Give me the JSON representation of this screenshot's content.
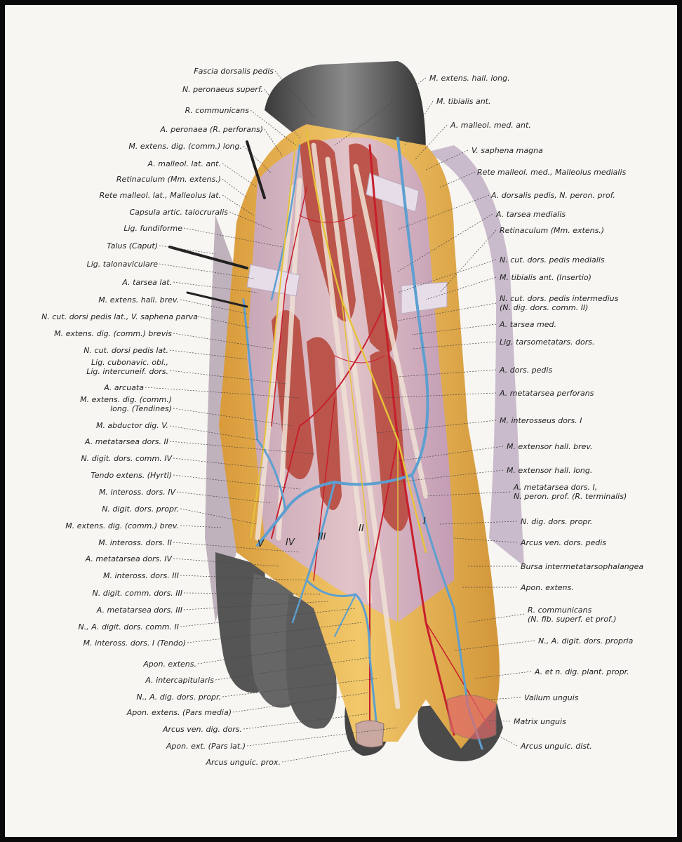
{
  "colors": {
    "background": "#f8f6f2",
    "frame": "#0a0a0a",
    "fat": "#e9b94c",
    "muscle": "#b8453a",
    "vein": "#5d9fd0",
    "artery": "#c81e2c",
    "nerve": "#e5c23a",
    "tendon": "#e8d9cf",
    "skin": "#4a4a4a"
  },
  "labels_left": [
    {
      "id": "fascia-dorsalis-pedis",
      "lines": [
        "Fascia dorsalis pedis"
      ]
    },
    {
      "id": "n-peronaeus-superf",
      "lines": [
        "N. peronaeus superf."
      ]
    },
    {
      "id": "r-communicans",
      "lines": [
        "R. communicans"
      ]
    },
    {
      "id": "a-peronaea",
      "lines": [
        "A. peronaea (R. perforans)"
      ]
    },
    {
      "id": "m-extens-dig-comm-long",
      "lines": [
        "M. extens. dig. (comm.) long."
      ]
    },
    {
      "id": "a-malleol-lat-ant",
      "lines": [
        "A. malleol. lat. ant."
      ]
    },
    {
      "id": "retinaculum-left",
      "lines": [
        "Retinaculum (Mm. extens.)"
      ]
    },
    {
      "id": "rete-malleol-lat",
      "lines": [
        "Rete malleol. lat., Malleolus lat."
      ]
    },
    {
      "id": "capsula-artic",
      "lines": [
        "Capsula artic. talocruralis"
      ]
    },
    {
      "id": "lig-fundiforme",
      "lines": [
        "Lig. fundiforme"
      ]
    },
    {
      "id": "talus-caput",
      "lines": [
        "Talus (Caput)"
      ]
    },
    {
      "id": "lig-talonaviculare",
      "lines": [
        "Lig. talonaviculare"
      ]
    },
    {
      "id": "a-tarsea-lat",
      "lines": [
        "A. tarsea lat."
      ]
    },
    {
      "id": "m-extens-hall-brev",
      "lines": [
        "M. extens. hall. brev."
      ]
    },
    {
      "id": "n-cut-dorsi-pedis-lat-v-saphena",
      "lines": [
        "N. cut. dorsi pedis lat., V. saphena parva"
      ]
    },
    {
      "id": "m-extens-dig-comm-brevis",
      "lines": [
        "M. extens. dig. (comm.) brevis"
      ]
    },
    {
      "id": "n-cut-dorsi-pedis-lat",
      "lines": [
        "N. cut. dorsi pedis lat."
      ]
    },
    {
      "id": "lig-cubonavic",
      "lines": [
        "Lig. cubonavic. obl.,",
        "Lig. intercuneif. dors."
      ]
    },
    {
      "id": "a-arcuata",
      "lines": [
        "A. arcuata"
      ]
    },
    {
      "id": "m-extens-dig-tendines",
      "lines": [
        "M. extens. dig. (comm.)",
        "long. (Tendines)"
      ]
    },
    {
      "id": "m-abductor-dig-v",
      "lines": [
        "M. abductor dig. V."
      ]
    },
    {
      "id": "a-metatarsea-dors-ii",
      "lines": [
        "A. metatarsea dors. II"
      ]
    },
    {
      "id": "n-digit-dors-comm-iv",
      "lines": [
        "N. digit. dors. comm. IV"
      ]
    },
    {
      "id": "tendo-extens-hyrtl",
      "lines": [
        "Tendo extens. (Hyrtl)"
      ]
    },
    {
      "id": "m-inteross-dors-iv",
      "lines": [
        "M. inteross. dors. IV"
      ]
    },
    {
      "id": "n-digit-dors-propr",
      "lines": [
        "N. digit. dors. propr."
      ]
    },
    {
      "id": "m-extens-dig-comm-brev",
      "lines": [
        "M. extens. dig. (comm.) brev."
      ]
    },
    {
      "id": "m-inteross-dors-ii",
      "lines": [
        "M. inteross. dors. II"
      ]
    },
    {
      "id": "a-metatarsea-dors-iv",
      "lines": [
        "A. metatarsea dors. IV"
      ]
    },
    {
      "id": "m-inteross-dors-iii",
      "lines": [
        "M. inteross. dors. III"
      ]
    },
    {
      "id": "n-digit-comm-dors-iii",
      "lines": [
        "N. digit. comm. dors. III"
      ]
    },
    {
      "id": "a-metatarsea-dors-iii",
      "lines": [
        "A. metatarsea dors. III"
      ]
    },
    {
      "id": "n-a-digit-dors-comm-ii",
      "lines": [
        "N., A. digit. dors. comm. II"
      ]
    },
    {
      "id": "m-inteross-dors-i-tendo",
      "lines": [
        "M. inteross. dors. I (Tendo)"
      ]
    },
    {
      "id": "apon-extens-left",
      "lines": [
        "Apon. extens."
      ]
    },
    {
      "id": "a-intercapitularis",
      "lines": [
        "A. intercapitularis"
      ]
    },
    {
      "id": "n-a-dig-dors-propr",
      "lines": [
        "N., A. dig. dors. propr."
      ]
    },
    {
      "id": "apon-extens-pars-media",
      "lines": [
        "Apon. extens. (Pars media)"
      ]
    },
    {
      "id": "arcus-ven-dig-dors",
      "lines": [
        "Arcus ven. dig. dors."
      ]
    },
    {
      "id": "apon-ext-pars-lat",
      "lines": [
        "Apon. ext. (Pars lat.)"
      ]
    },
    {
      "id": "arcus-unguic-prox",
      "lines": [
        "Arcus unguic. prox."
      ]
    }
  ],
  "labels_right": [
    {
      "id": "m-extens-hall-long",
      "lines": [
        "M. extens. hall. long."
      ]
    },
    {
      "id": "m-tibialis-ant",
      "lines": [
        "M. tibialis ant."
      ]
    },
    {
      "id": "a-malleol-med-ant",
      "lines": [
        "A. malleol. med. ant."
      ]
    },
    {
      "id": "v-saphena-magna",
      "lines": [
        "V. saphena magna"
      ]
    },
    {
      "id": "rete-malleol-med",
      "lines": [
        "Rete malleol. med., Malleolus medialis"
      ]
    },
    {
      "id": "a-dorsalis-pedis-n-peron",
      "lines": [
        "A. dorsalis pedis, N. peron. prof."
      ]
    },
    {
      "id": "a-tarsea-medialis",
      "lines": [
        "A. tarsea medialis"
      ]
    },
    {
      "id": "retinaculum-right",
      "lines": [
        "Retinaculum (Mm. extens.)"
      ]
    },
    {
      "id": "n-cut-dors-pedis-medialis",
      "lines": [
        "N. cut. dors. pedis medialis"
      ]
    },
    {
      "id": "m-tibialis-ant-insertio",
      "lines": [
        "M. tibialis ant. (Insertio)"
      ]
    },
    {
      "id": "n-cut-dors-pedis-intermedius",
      "lines": [
        "N. cut. dors. pedis intermedius",
        "(N. dig. dors. comm. II)"
      ]
    },
    {
      "id": "a-tarsea-med",
      "lines": [
        "A. tarsea med."
      ]
    },
    {
      "id": "lig-tarsometatars-dors",
      "lines": [
        "Lig. tarsometatars. dors."
      ]
    },
    {
      "id": "a-dors-pedis",
      "lines": [
        "A. dors. pedis"
      ]
    },
    {
      "id": "a-metatarsea-perforans",
      "lines": [
        "A. metatarsea perforans"
      ]
    },
    {
      "id": "m-interosseus-dors-i",
      "lines": [
        "M. interosseus dors. I"
      ]
    },
    {
      "id": "m-extensor-hall-brev",
      "lines": [
        "M. extensor hall. brev."
      ]
    },
    {
      "id": "m-extensor-hall-long",
      "lines": [
        "M. extensor hall. long."
      ]
    },
    {
      "id": "a-metatarsea-dors-i",
      "lines": [
        "A. metatarsea dors. I,",
        "N. peron. prof. (R. terminalis)"
      ]
    },
    {
      "id": "n-dig-dors-propr-right",
      "lines": [
        "N. dig. dors. propr."
      ]
    },
    {
      "id": "arcus-ven-dors-pedis",
      "lines": [
        "Arcus ven. dors. pedis"
      ]
    },
    {
      "id": "bursa-intermetatarsophalangea",
      "lines": [
        "Bursa intermetatarsophalangea"
      ]
    },
    {
      "id": "apon-extens-right",
      "lines": [
        "Apon. extens."
      ]
    },
    {
      "id": "r-communicans-right",
      "lines": [
        "R. communicans",
        "(N. fib. superf. et prof.)"
      ]
    },
    {
      "id": "n-a-digit-dors-propria",
      "lines": [
        "N., A. digit. dors. propria"
      ]
    },
    {
      "id": "a-et-n-dig-plant-propr",
      "lines": [
        "A. et n. dig. plant. propr."
      ]
    },
    {
      "id": "vallum-unguis",
      "lines": [
        "Vallum unguis"
      ]
    },
    {
      "id": "matrix-unguis",
      "lines": [
        "Matrix unguis"
      ]
    },
    {
      "id": "arcus-unguic-dist",
      "lines": [
        "Arcus unguic. dist."
      ]
    }
  ],
  "metatarsal_numerals": [
    "I",
    "II",
    "III",
    "IV",
    "V"
  ]
}
